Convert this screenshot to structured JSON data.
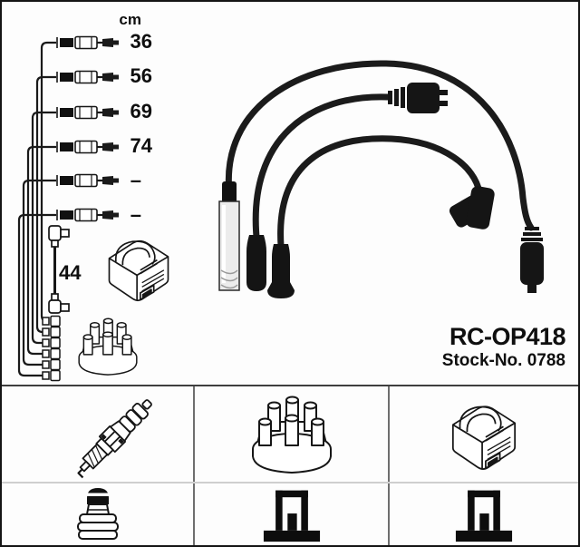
{
  "product": {
    "code": "RC-OP418",
    "stock_no": "Stock-No. 0788"
  },
  "schematic": {
    "unit_header": "cm",
    "cable_lengths": [
      "36",
      "56",
      "69",
      "74",
      "–",
      "–"
    ],
    "coil_cable_length": "44",
    "icons": {
      "cables": "ignition-cable-row-icon",
      "coil": "ignition-coil-icon",
      "cap": "distributor-cap-icon",
      "stack": "engine-terminal-stack-icon"
    }
  },
  "photo": {
    "subject": "ignition-lead-set-photo",
    "cable_color": "#1b1b1b"
  },
  "grid": {
    "row1": [
      "spark-plug-icon",
      "distributor-cap-icon",
      "ignition-coil-icon"
    ],
    "row2": [
      "plug-terminal-icon",
      "connector-profile-icon",
      "connector-profile-icon"
    ]
  },
  "colors": {
    "line_art": "#161616",
    "grid_top_border": "#3f3f3f",
    "grid_column_divider": "#6e6e6e",
    "grid_row_divider": "#cfcfcf"
  }
}
